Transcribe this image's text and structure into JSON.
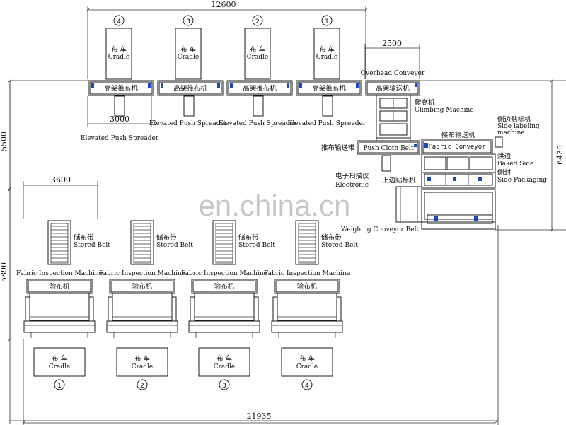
{
  "dimensions": {
    "top_width": "12600",
    "overhead_width": "2500",
    "spreader_width": "3000",
    "right_height": "6430",
    "left_upper_height": "5500",
    "stored_width": "3600",
    "left_lower_height": "5890",
    "bottom_width": "21935"
  },
  "top_stations": [
    {
      "number": "4",
      "cradle_cn": "布 车",
      "cradle_en": "Cradle",
      "spreader_cn": "高架推布机",
      "spreader_en": "Elevated Push Spreader"
    },
    {
      "number": "3",
      "cradle_cn": "布 车",
      "cradle_en": "Cradle",
      "spreader_cn": "高架推布机",
      "spreader_en": "Elevated Push Spreader"
    },
    {
      "number": "2",
      "cradle_cn": "布 车",
      "cradle_en": "Cradle",
      "spreader_cn": "高架推布机",
      "spreader_en": "Elevated Push Spreader"
    },
    {
      "number": "1",
      "cradle_cn": "布 车",
      "cradle_en": "Cradle",
      "spreader_cn": "高架推布机",
      "spreader_en": "Elevated Push Spreader"
    }
  ],
  "overhead": {
    "en": "Overhead Conveyor",
    "cn": "高架输送机"
  },
  "climbing": {
    "cn": "爬高机",
    "en": "Climbing Machine"
  },
  "push_belt": {
    "cn": "推布输送带",
    "en": "Push Cloth Belt"
  },
  "fabric_conveyor": {
    "cn": "接布输送机",
    "en": "Fabric Conveyor"
  },
  "side_labeling": {
    "cn": "侧边贴标机",
    "en1": "Side labeling",
    "en2": "machine"
  },
  "baked_side": {
    "cn": "烘边",
    "en": "Baked Side"
  },
  "side_packaging": {
    "cn": "侧封",
    "en": "Side Packaging"
  },
  "electronic": {
    "cn": "电子扫描仪",
    "en": "Electronic"
  },
  "upper_labeling": {
    "cn": "上边贴标机"
  },
  "weighing": {
    "en": "Weighing Conveyor Belt"
  },
  "watermark": "en.china.cn",
  "bottom_stations": [
    {
      "number": "1",
      "stored_cn": "储布带",
      "stored_en": "Stored Belt",
      "inspect_en": "Fabric Inspection Machine",
      "inspect_cn": "验布机",
      "cradle_cn": "布 车",
      "cradle_en": "Cradle"
    },
    {
      "number": "2",
      "stored_cn": "储布带",
      "stored_en": "Stored Belt",
      "inspect_en": "Fabric Inspection Machine",
      "inspect_cn": "验布机",
      "cradle_cn": "布 车",
      "cradle_en": "Cradle"
    },
    {
      "number": "3",
      "stored_cn": "储布带",
      "stored_en": "Stored Belt",
      "inspect_en": "Fabric Inspection Machine",
      "inspect_cn": "验布机",
      "cradle_cn": "布 车",
      "cradle_en": "Cradle"
    },
    {
      "number": "4",
      "stored_cn": "储布带",
      "stored_en": "Stored Belt",
      "inspect_en": "Fabric Inspection Machine",
      "inspect_cn": "验布机",
      "cradle_cn": "布 车",
      "cradle_en": "Cradle"
    }
  ]
}
